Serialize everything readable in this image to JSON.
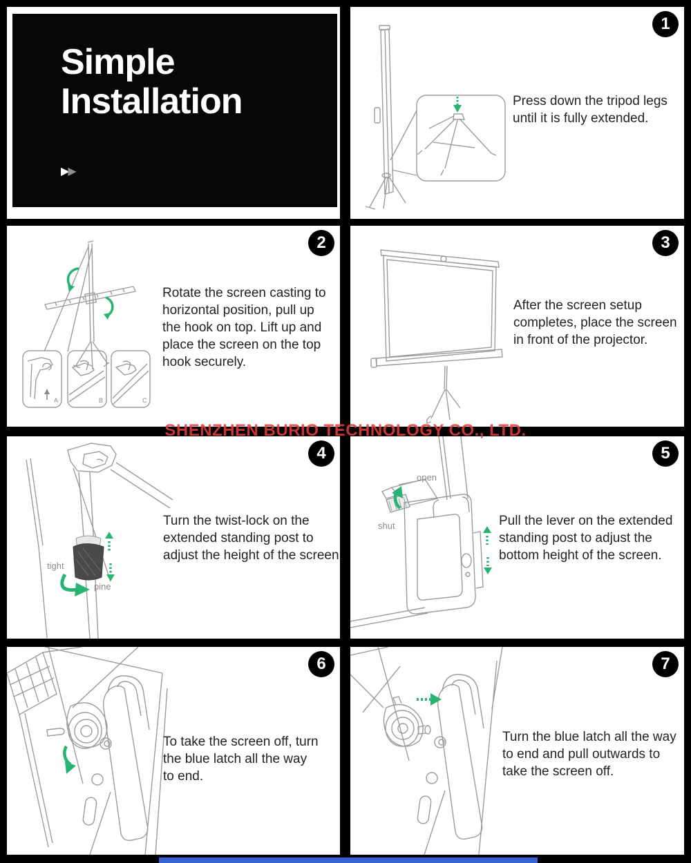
{
  "hero": {
    "title": "Simple\nInstallation",
    "play_icons": [
      "▶",
      "▶"
    ]
  },
  "watermark": "SHENZHEN BURIO TECHNOLOGY CO., LTD.",
  "steps": [
    {
      "number": "1",
      "text": "Press down the tripod legs\nuntil it is fully extended."
    },
    {
      "number": "2",
      "text": "Rotate the screen casting to\nhorizontal position, pull up\nthe hook on top. Lift up and\nplace the screen on the top\nhook securely.",
      "callout_labels": [
        "A",
        "B",
        "C"
      ]
    },
    {
      "number": "3",
      "text": "After the screen setup\ncompletes, place the screen\nin front of the projector."
    },
    {
      "number": "4",
      "text": "Turn the twist-lock on the\nextended standing post to\nadjust the height of the screen.",
      "annotations": {
        "left": "tight",
        "right": "pine"
      }
    },
    {
      "number": "5",
      "text": "Pull the lever on the extended\nstanding post to adjust the\nbottom height of the screen.",
      "annotations": {
        "top": "open",
        "left": "shut"
      }
    },
    {
      "number": "6",
      "text": "To take the screen off, turn\nthe blue latch all the way\nto end."
    },
    {
      "number": "7",
      "text": "Turn the blue latch all the way\nto end and pull outwards to\ntake the screen off."
    }
  ],
  "colors": {
    "accent_green": "#27b473",
    "watermark_red": "#e23c3c",
    "footer_bar_blue": "#3a63d2",
    "panel_bg": "#ffffff",
    "border_black": "#000000"
  }
}
